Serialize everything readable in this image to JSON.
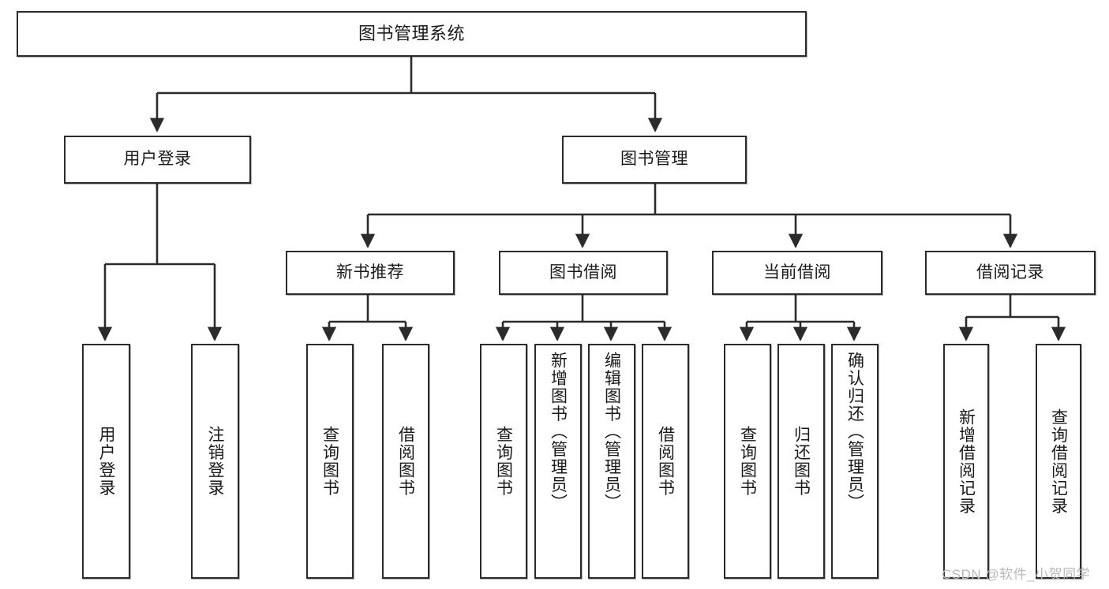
{
  "diagram": {
    "title": "图书管理系统",
    "type": "tree-hierarchy-diagram",
    "watermark": "CSDN @软件_小贺同学",
    "colors": {
      "node_border": "#2b2b2b",
      "node_fill": "#ffffff",
      "edge": "#2b2b2b",
      "text": "#1a1a1a",
      "watermark": "#b9b9b9",
      "canvas": "#ffffff"
    },
    "root": {
      "label": "图书管理系统"
    },
    "level1": [
      {
        "label": "用户登录"
      },
      {
        "label": "图书管理"
      }
    ],
    "level2": [
      {
        "label": "新书推荐"
      },
      {
        "label": "图书借阅"
      },
      {
        "label": "当前借阅"
      },
      {
        "label": "借阅记录"
      }
    ],
    "leaves": {
      "user_login": [
        {
          "label": "用户登录"
        },
        {
          "label": "注销登录"
        }
      ],
      "new_book_recommend": [
        {
          "label": "查询图书"
        },
        {
          "label": "借阅图书"
        }
      ],
      "book_borrow": [
        {
          "label": "查询图书"
        },
        {
          "label": "新增图书（管理员）"
        },
        {
          "label": "编辑图书（管理员）"
        },
        {
          "label": "借阅图书"
        }
      ],
      "current_borrow": [
        {
          "label": "查询图书"
        },
        {
          "label": "归还图书"
        },
        {
          "label": "确认归还（管理员）"
        }
      ],
      "borrow_record": [
        {
          "label": "新增借阅记录"
        },
        {
          "label": "查询借阅记录"
        }
      ]
    }
  }
}
